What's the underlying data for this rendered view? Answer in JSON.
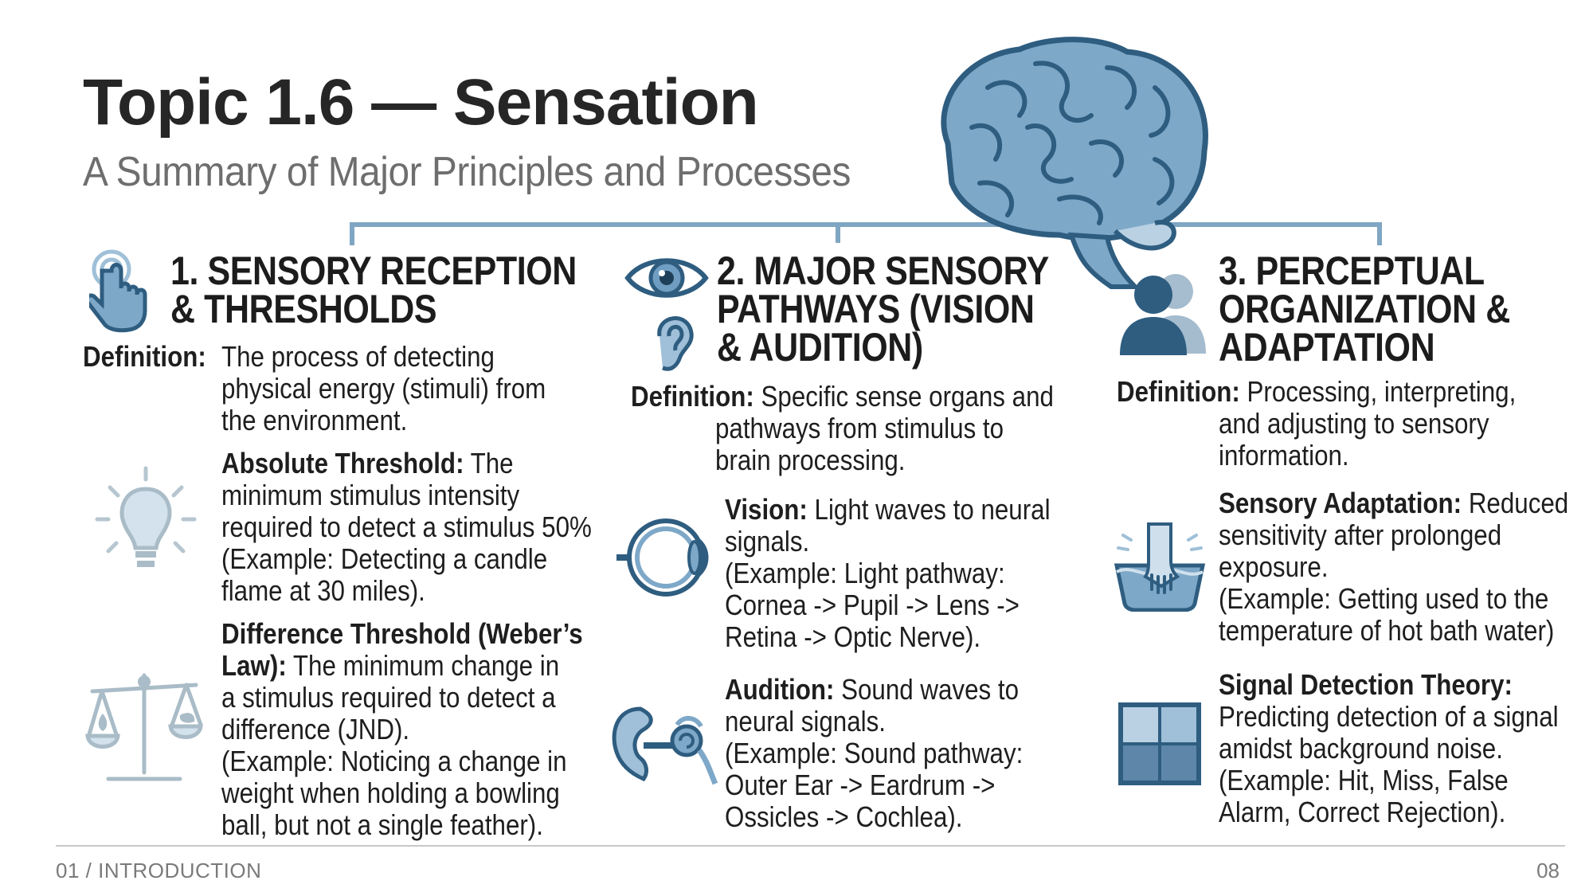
{
  "header": {
    "title": "Topic 1.6 — Sensation",
    "subtitle": "A Summary of Major Principles and Processes"
  },
  "colors": {
    "accent": "#4a7fa6",
    "accent_light": "#9fc0d8",
    "icon_grey": "#a9bcc7",
    "text": "#1e1e1e"
  },
  "columns": [
    {
      "heading_lines": [
        "1. SENSORY RECEPTION",
        "& THRESHOLDS"
      ],
      "icon": "touch-hand-icon",
      "definition_label": "Definition:",
      "definition_lines": [
        "The process of detecting",
        "physical energy (stimuli) from",
        "the environment."
      ],
      "items": [
        {
          "icon": "lightbulb-icon",
          "label": "Absolute Threshold:",
          "first_line_rest": " The",
          "lines": [
            "minimum stimulus intensity",
            "required to detect a stimulus 50%",
            "(Example: Detecting a candle",
            "flame at 30 miles)."
          ]
        },
        {
          "icon": "balance-scale-icon",
          "label_lines": [
            "Difference Threshold (Weber’s",
            "Law):"
          ],
          "first_line_rest": " The minimum change in",
          "lines": [
            "a stimulus required to detect a",
            "difference (JND).",
            "(Example: Noticing a change in",
            "weight when holding a bowling",
            "ball, but not a single feather)."
          ]
        }
      ]
    },
    {
      "heading_lines": [
        "2. MAJOR SENSORY",
        "PATHWAYS (VISION",
        "& AUDITION)"
      ],
      "icons": [
        "eye-icon",
        "ear-icon"
      ],
      "definition_label": "Definition:",
      "definition_first": " Specific sense organs and",
      "definition_lines": [
        "pathways from stimulus to",
        "brain processing."
      ],
      "items": [
        {
          "icon": "eyeball-anatomy-icon",
          "label": "Vision:",
          "first_line_rest": " Light waves to neural",
          "lines": [
            "signals.",
            "(Example: Light pathway:",
            "Cornea -> Pupil -> Lens ->",
            "Retina -> Optic Nerve)."
          ]
        },
        {
          "icon": "inner-ear-anatomy-icon",
          "label": "Audition:",
          "first_line_rest": " Sound waves to",
          "lines": [
            "neural signals.",
            "(Example: Sound pathway:",
            "Outer Ear -> Eardrum ->",
            "Ossicles -> Cochlea)."
          ]
        }
      ]
    },
    {
      "heading_lines": [
        "3. PERCEPTUAL",
        "ORGANIZATION &",
        "ADAPTATION"
      ],
      "icon": "person-silhouette-icon",
      "definition_label": "Definition:",
      "definition_first": " Processing, interpreting,",
      "definition_lines": [
        "and adjusting to sensory",
        "information."
      ],
      "items": [
        {
          "icon": "hand-in-water-icon",
          "label": "Sensory Adaptation:",
          "first_line_rest": " Reduced",
          "lines": [
            "sensitivity after prolonged",
            "exposure.",
            "(Example: Getting used to the",
            "temperature of hot bath water)"
          ]
        },
        {
          "icon": "quadrant-grid-icon",
          "label": "Signal Detection Theory:",
          "first_line_rest": "",
          "lines": [
            "Predicting detection of a signal",
            "amidst background noise.",
            "(Example: Hit, Miss, False",
            "Alarm, Correct Rejection)."
          ]
        }
      ]
    }
  ],
  "footer": {
    "section": "01 / INTRODUCTION",
    "page": "08"
  }
}
